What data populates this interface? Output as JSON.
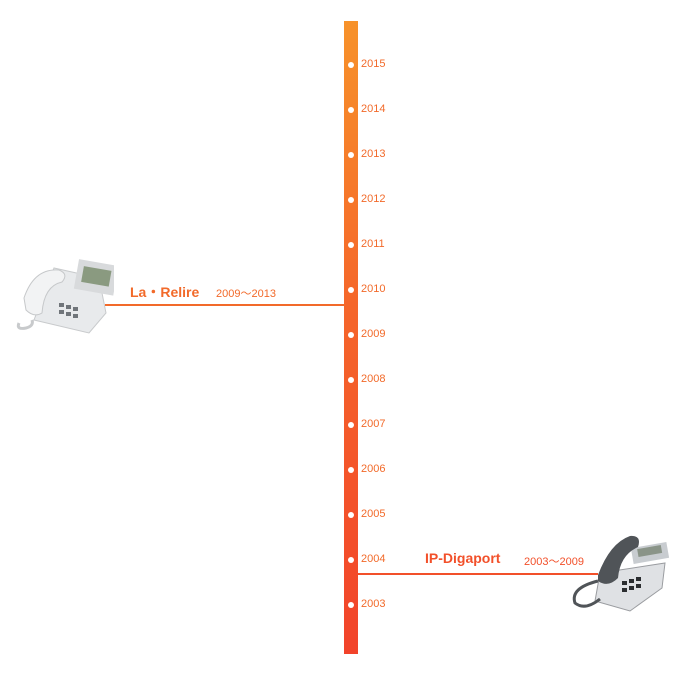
{
  "timeline": {
    "years": [
      "2015",
      "2014",
      "2013",
      "2012",
      "2011",
      "2010",
      "2009",
      "2008",
      "2007",
      "2006",
      "2005",
      "2004",
      "2003"
    ],
    "colors": {
      "top": "#f7922a",
      "bottom": "#f2432a"
    }
  },
  "products": [
    {
      "name": "La・Relire",
      "range": "2009～2013",
      "color": "#f26a2a",
      "icon": "white-office-phone-icon"
    },
    {
      "name": "IP-Digaport",
      "range": "2003～2009",
      "color": "#f2502a",
      "icon": "gray-office-phone-icon"
    }
  ]
}
